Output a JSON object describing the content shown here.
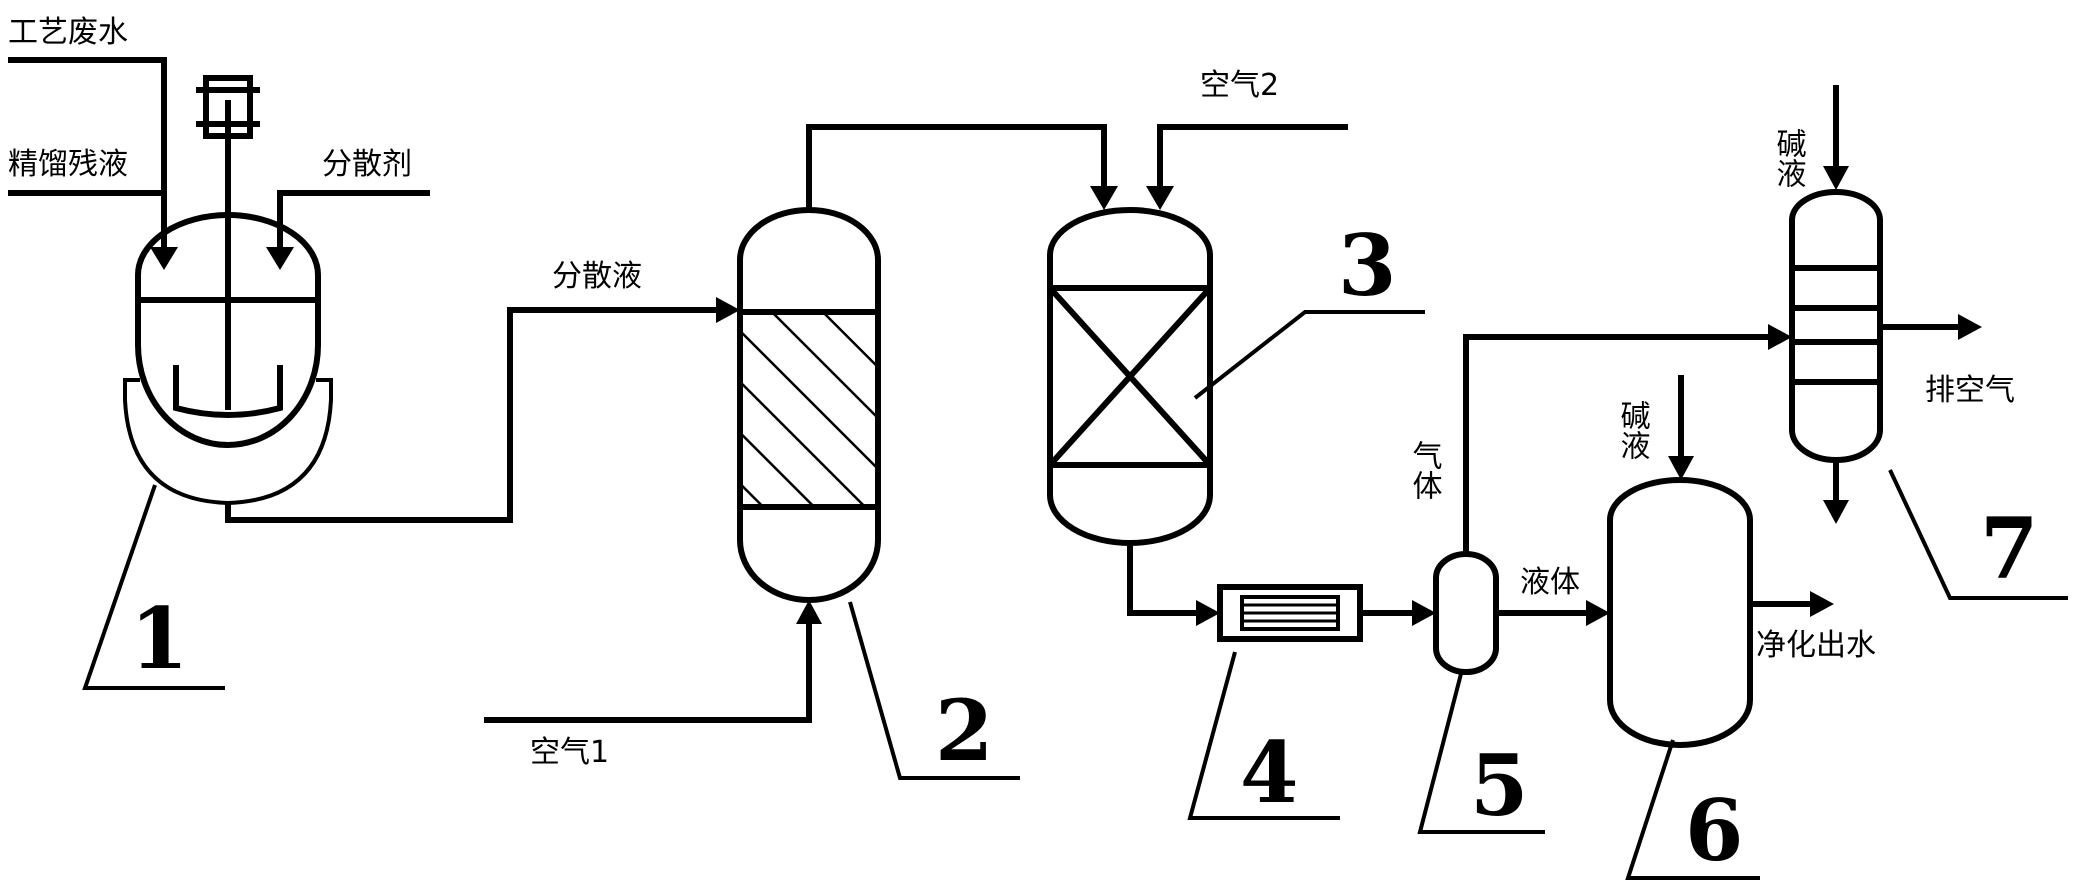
{
  "labels": {
    "process_wastewater": "工艺废水",
    "distillation_residue": "精馏残液",
    "dispersant": "分散剂",
    "dispersion_liquid": "分散液",
    "air_1": "空气1",
    "air_2": "空气2",
    "alkali_liquid_top": "碱液",
    "alkali_liquid_mid": "碱液",
    "gas": "气体",
    "liquid": "液体",
    "exhaust_air": "排空气",
    "purified_water_out": "净化出水"
  },
  "numbers": {
    "n1": "1",
    "n2": "2",
    "n3": "3",
    "n4": "4",
    "n5": "5",
    "n6": "6",
    "n7": "7"
  }
}
